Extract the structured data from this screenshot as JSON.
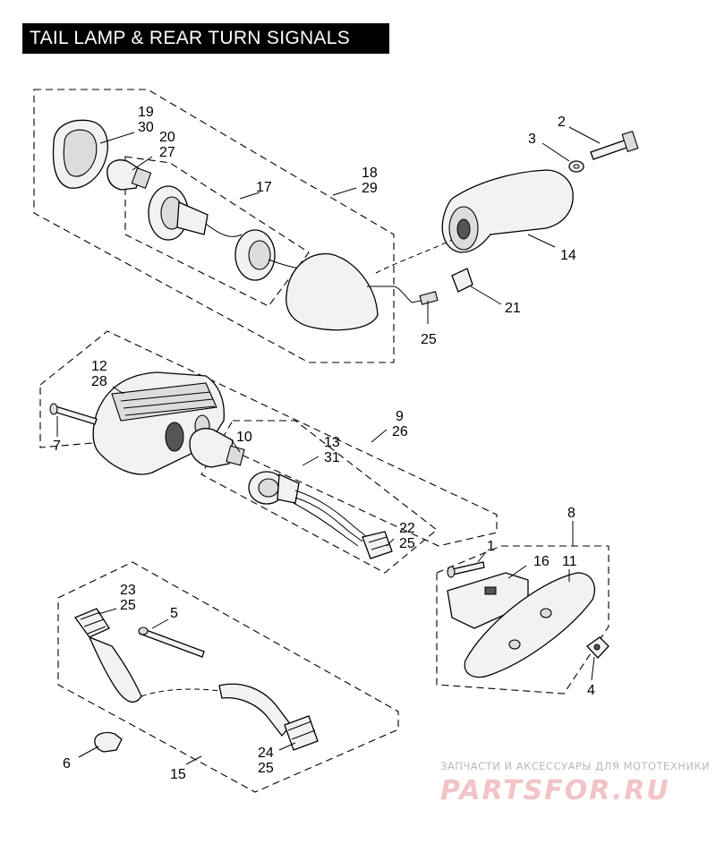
{
  "title": "TAIL LAMP & REAR TURN SIGNALS",
  "labels": {
    "l19_30": [
      "19",
      "30"
    ],
    "l20_27": [
      "20",
      "27"
    ],
    "l17": "17",
    "l18_29": [
      "18",
      "29"
    ],
    "l3": "3",
    "l2": "2",
    "l14": "14",
    "l21": "21",
    "l25a": "25",
    "l12_28": [
      "12",
      "28"
    ],
    "l9_26": [
      "9",
      "26"
    ],
    "l10": "10",
    "l13_31": [
      "13",
      "31"
    ],
    "l7": "7",
    "l22_25": [
      "22",
      "25"
    ],
    "l8": "8",
    "l1": "1",
    "l16": "16",
    "l11": "11",
    "l4": "4",
    "l23_25": [
      "23",
      "25"
    ],
    "l5": "5",
    "l6": "6",
    "l15": "15",
    "l24_25": [
      "24",
      "25"
    ]
  },
  "watermark": {
    "caption": "ЗАПЧАСТИ И АКСЕССУАРЫ ДЛЯ МОТОТЕХНИКИ",
    "logo": "PARTSFOR.RU"
  }
}
